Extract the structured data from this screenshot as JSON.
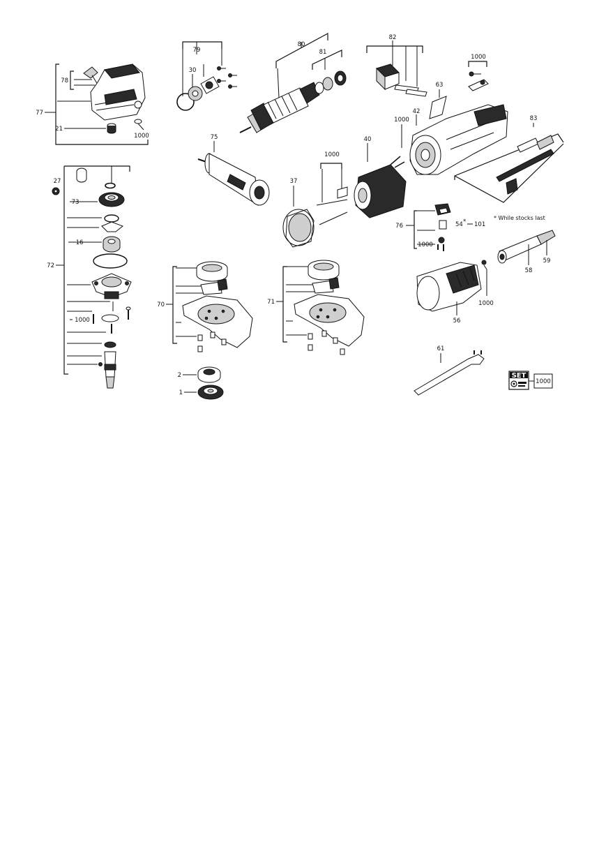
{
  "labels": {
    "p77": "77",
    "p78": "78",
    "p21": "21",
    "p1000_a": "1000",
    "p79": "79",
    "p30": "30",
    "p80": "80",
    "p81": "81",
    "p82": "82",
    "p63": "63",
    "p42": "42",
    "p1000_b": "1000",
    "p1000_c": "1000",
    "p83": "83",
    "p75": "75",
    "p1000_d": "1000",
    "p40": "40",
    "p37": "37",
    "p27": "27",
    "p73": "73",
    "p16": "16",
    "p72": "72",
    "p1000_e": "1000",
    "p76": "76",
    "p54": "54",
    "p54_star": "*",
    "p101": "101",
    "p1000_f": "1000",
    "p58": "58",
    "p59": "59",
    "p56": "56",
    "p1000_g": "1000",
    "p70": "70",
    "p71": "71",
    "p2": "2",
    "p1": "1",
    "p61": "61",
    "p1000_h": "1000"
  },
  "note": "* While stocks last",
  "set_label": "SET",
  "icons": [
    "set-kit-icon"
  ]
}
